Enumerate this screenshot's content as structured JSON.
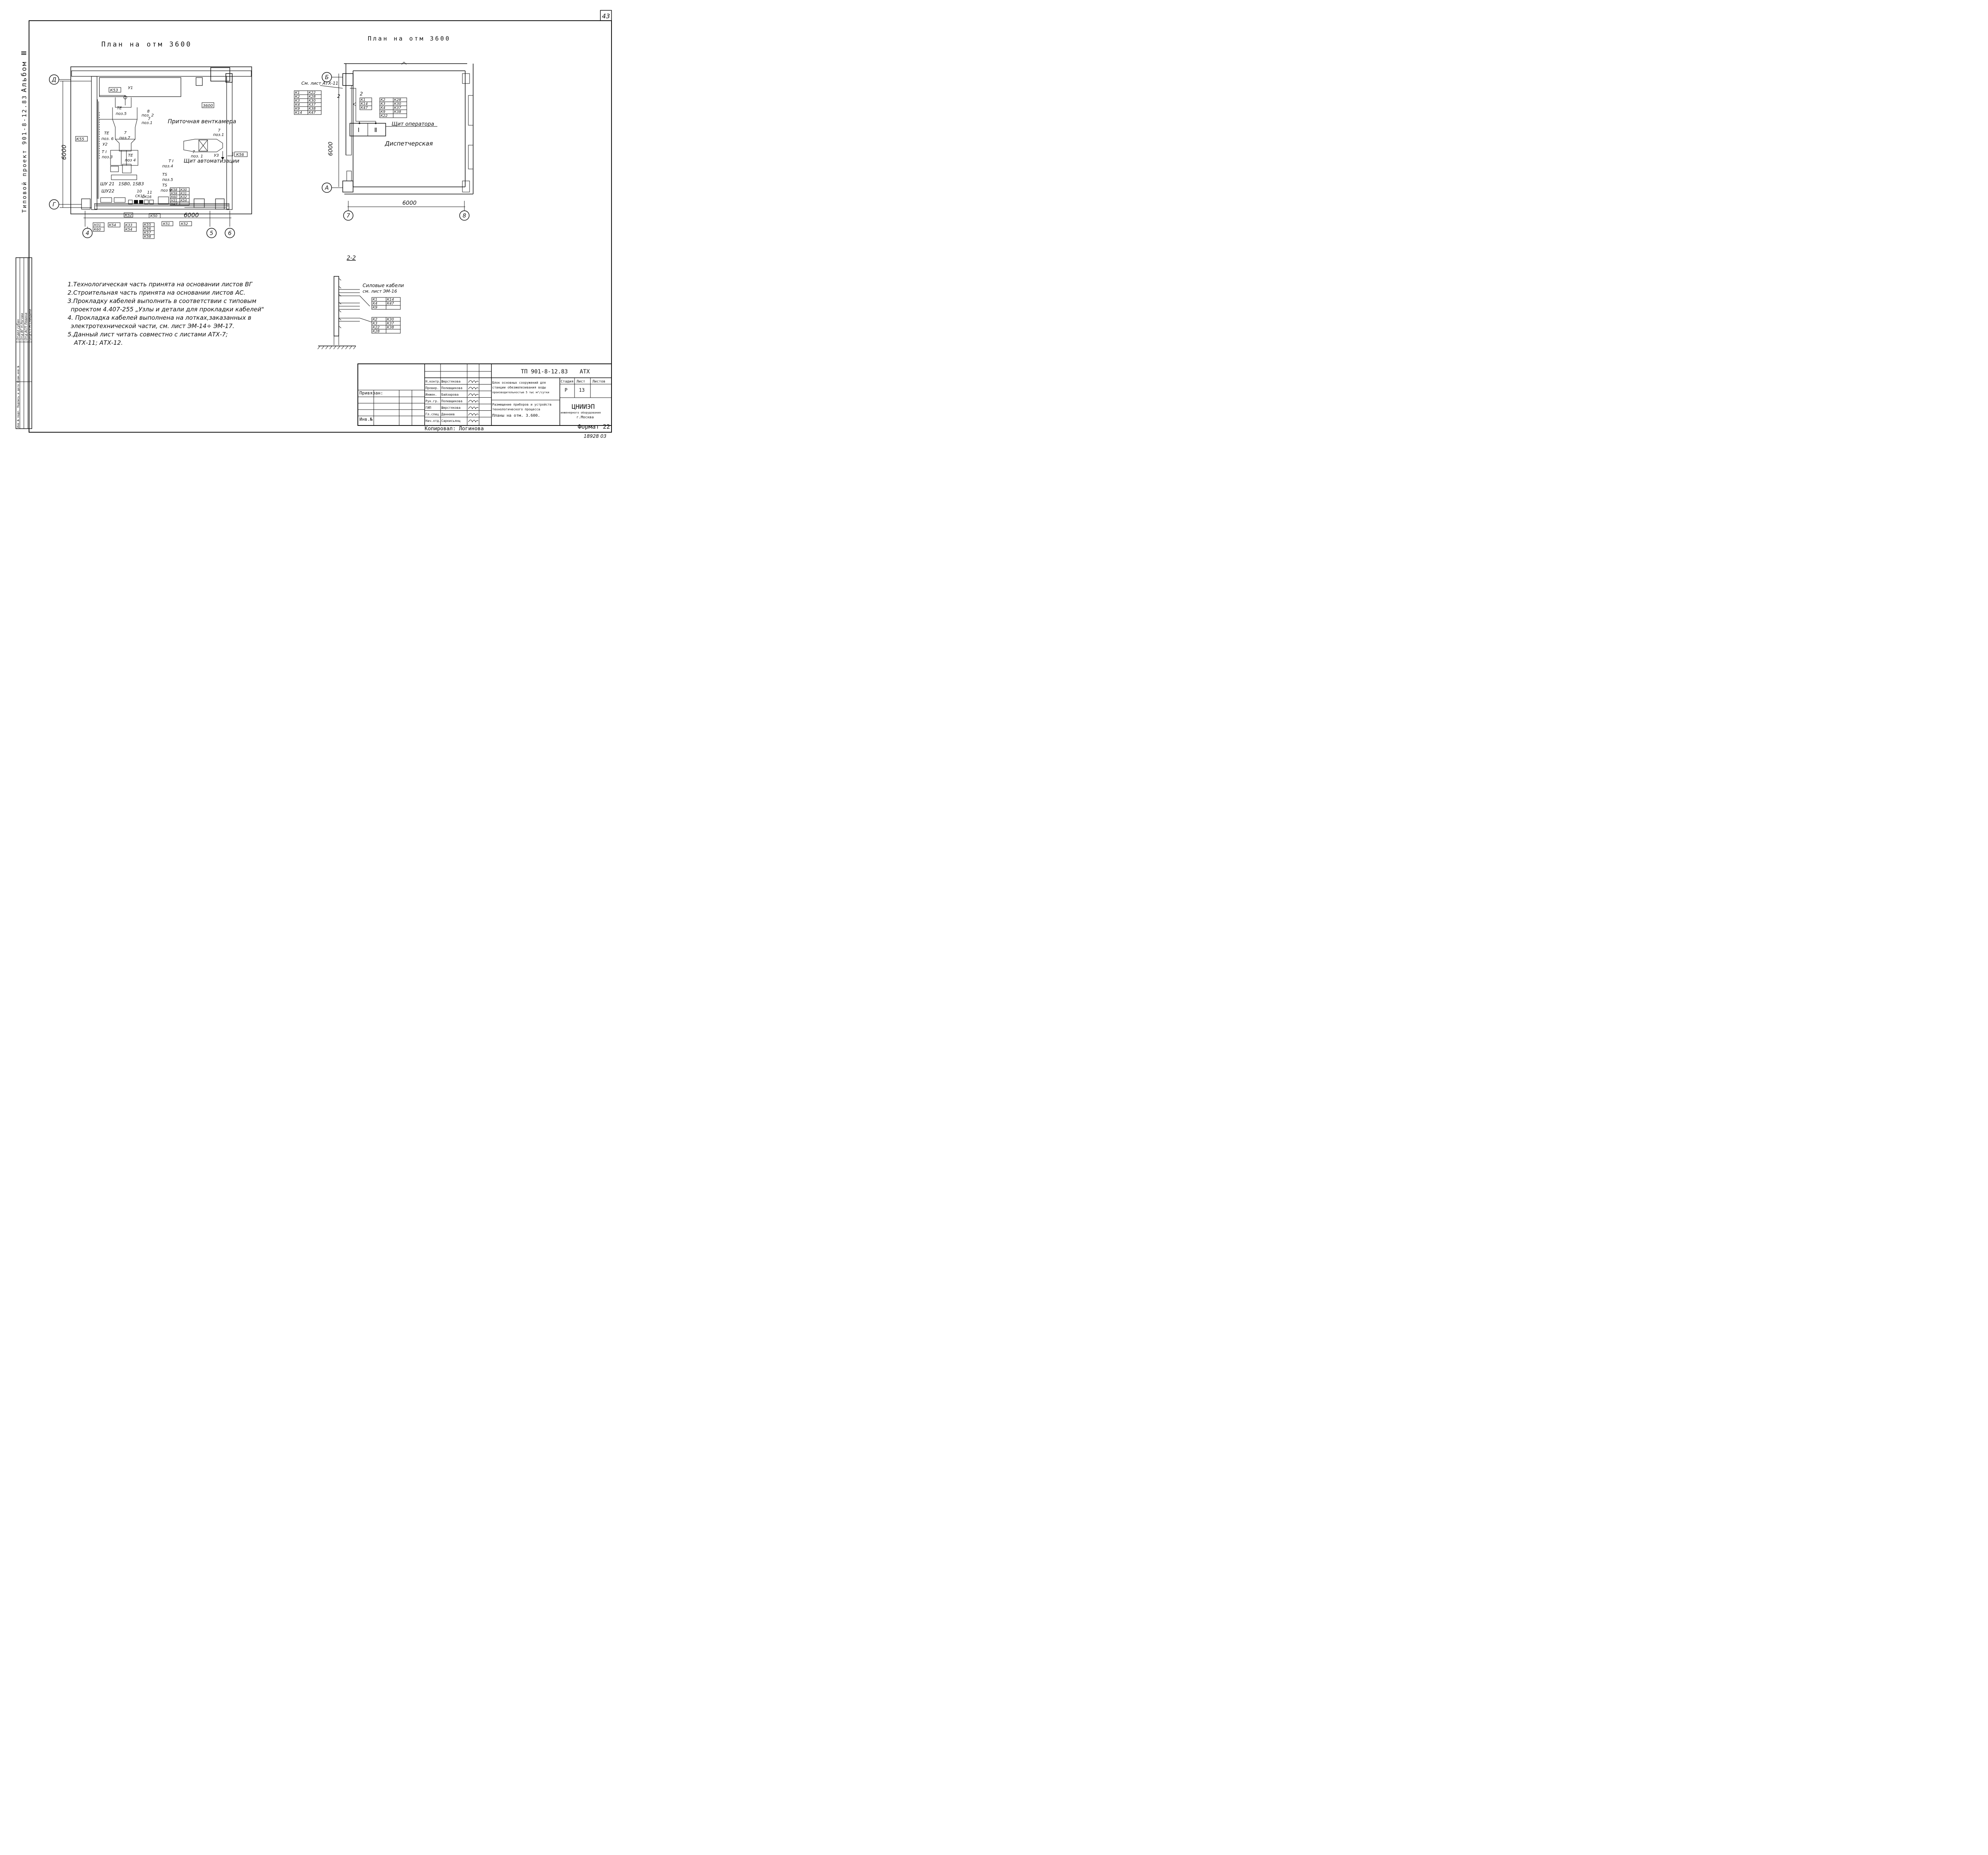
{
  "sheet": {
    "number": "43",
    "album": "Альбом Ⅲ",
    "project": "Типовой проект 901-8-12.83",
    "format": "Формат 22",
    "stamp_number": "18928 03",
    "copied_by": "Копировал: Логинова",
    "bound_label": "Привязан:",
    "inv_label": "Инв.№"
  },
  "left_plan": {
    "title": "План на отм 3600",
    "level_mark": "3600",
    "room_name": "Приточная венткамера",
    "panel_name": "Щит автоматизации",
    "dimension_vertical": "6000",
    "dimension_horizontal": "6000",
    "axes": [
      "Д",
      "Г",
      "4",
      "5",
      "6"
    ],
    "labels": {
      "k53_top": "К53",
      "u1": "У1",
      "k55": "К55",
      "te_1": "TE",
      "poz5": "поз.5",
      "n8": "8",
      "poz2": "поз. 2",
      "n7a": "7",
      "poz1a": "поз.1",
      "te_2": "TE",
      "poz6": "поз. 6",
      "n7b": "7",
      "poz7": "поз.7",
      "u2": "У2",
      "ti_1": "T I",
      "poz3": "поз.3",
      "te_3": "TE",
      "poz4a": "поз 4",
      "n7c": "7",
      "poz1b": "поз.1",
      "n7d": "7",
      "poz1c": "поз. 1",
      "u3": "У3",
      "k56": "К56",
      "ti_2": "T I",
      "poz4b": "поз.4",
      "ts_1": "TS",
      "poz5b": "поз.5",
      "ts_2": "TS",
      "poz9": "поз 9",
      "shu21": "ШУ 21",
      "sb": "1SB0, 1SB3",
      "shu22": "ШУ22",
      "n10": "10",
      "ck15": "СК15",
      "n11": "11",
      "ck16": "СК16",
      "k52": "К52",
      "k50": "К50",
      "k51": "К51",
      "k52b": "К52"
    },
    "cable_table_right": [
      "К58",
      "К30",
      "К59",
      "К31",
      "К60",
      "К32",
      "Н31",
      "К54",
      "Н47"
    ],
    "cable_bottom_1": [
      "Н31",
      "К60"
    ],
    "cable_bottom_2": [
      "К54"
    ],
    "cable_bottom_3": [
      "К33",
      "К54"
    ],
    "cable_bottom_4": [
      "К55",
      "К56",
      "К57",
      "К58"
    ]
  },
  "right_plan": {
    "title": "План на отм 3600",
    "room_name": "Диспетчерская",
    "panel_name": "Щит оператора",
    "panel_sections": [
      "Ⅰ",
      "Ⅱ"
    ],
    "see_sheet": "См. лист АТХ-11",
    "dimension_vertical": "6000",
    "dimension_horizontal": "6000",
    "axes": [
      "Б",
      "А",
      "7",
      "8"
    ],
    "label_2a": "2",
    "label_2b": "2",
    "table_left": [
      [
        "К1",
        "К22"
      ],
      [
        "К2",
        "К28"
      ],
      [
        "К3",
        "К30"
      ],
      [
        "К4",
        "К37"
      ],
      [
        "К9",
        "К38"
      ],
      [
        "К14",
        "К47"
      ]
    ],
    "table_mid": [
      [
        "К1"
      ],
      [
        "К14"
      ],
      [
        "К47"
      ]
    ],
    "table_right": [
      [
        "К2",
        "К28"
      ],
      [
        "К3",
        "К30"
      ],
      [
        "К4",
        "К37"
      ],
      [
        "К9",
        "К38"
      ],
      [
        "К22",
        ""
      ]
    ]
  },
  "section": {
    "title": "2-2",
    "label": "Силовые кабели",
    "see_sheet": "см. лист ЭМ-16",
    "table_top": [
      [
        "К1",
        "К14"
      ],
      [
        "К4",
        "К47"
      ],
      [
        "К9",
        ""
      ]
    ],
    "table_bottom": [
      [
        "К2",
        "К30"
      ],
      [
        "К3",
        "К37"
      ],
      [
        "К22",
        "К38"
      ],
      [
        "К28",
        ""
      ]
    ]
  },
  "notes": [
    "1.Технологическая часть принята на основании листов ВГ",
    "2.Строительная часть принята на основании листов АС.",
    "3.Прокладку кабелей выполнить в соответствии с типовым",
    "проектом 4.407-255 „Узлы и детали для прокладки кабелей\"",
    "4. Прокладка кабелей выполнена на лотках,заказанных в",
    "электротехнической части, см. лист ЭМ-14÷ ЭМ-17.",
    "5.Данный лист читать совместно с листами АТХ-7;",
    "АТХ-11; АТХ-12."
  ],
  "left_strip": {
    "row1": "Отдел субан",
    "row2": "Отд ВГ   Н.Рогова",
    "row3": "Отд АСП  Левина",
    "row4": "Отд СТ   Н.Сницына",
    "vertical_caption": "Инв.№ подл.  Подпись и дата  Взам.инв.№"
  },
  "title_block": {
    "doc_code": "ТП 901-8-12.83",
    "doc_suffix": "АТХ",
    "roles": [
      [
        "Н.контр.",
        "Шерстякова"
      ],
      [
        "Провер.",
        "Полевщикова"
      ],
      [
        "Инжен.",
        "Байзарова"
      ],
      [
        "Рук.гр.",
        "Полевщикова"
      ],
      [
        "ГИП",
        "Шерстякова"
      ],
      [
        "Гл.спец",
        "Даннаев"
      ],
      [
        "Нач.отд.",
        "Саркисьянц"
      ]
    ],
    "object_name_1": "Блок основных сооружений для",
    "object_name_2": "станции обезжелезивания воды",
    "object_name_3": "производительностью 5 тыс м³/сутки",
    "sheet_name_1": "Размещение приборов и устройств",
    "sheet_name_2": "технологического процесса",
    "sheet_name_3": "Планы на отм. 3.600.",
    "hdr_stage": "Стадия",
    "hdr_sheet": "Лист",
    "hdr_sheets": "Листов",
    "stage": "Р",
    "sheet_no": "13",
    "org": "ЦНИИЭП",
    "org_sub": "инженерного оборудования",
    "city": "г.Москва"
  }
}
